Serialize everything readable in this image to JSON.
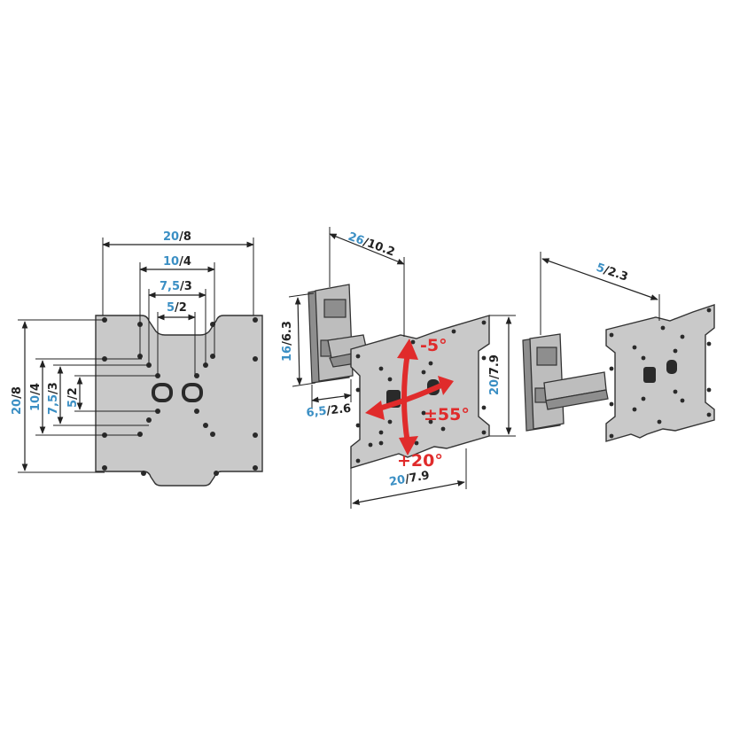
{
  "front_view": {
    "width_outer": {
      "metric": "20",
      "imperial": "/8"
    },
    "width_2": {
      "metric": "10",
      "imperial": "/4"
    },
    "width_3": {
      "metric": "7,5",
      "imperial": "/3"
    },
    "width_4": {
      "metric": "5",
      "imperial": "/2"
    },
    "height_outer": {
      "metric": "20",
      "imperial": "/8"
    },
    "height_2": {
      "metric": "10",
      "imperial": "/4"
    },
    "height_3": {
      "metric": "7,5",
      "imperial": "/3"
    },
    "height_4": {
      "metric": "5",
      "imperial": "/2"
    }
  },
  "extended_view": {
    "depth_extended": {
      "metric": "26",
      "imperial": "/10.2"
    },
    "wall_plate_height": {
      "metric": "16",
      "imperial": "/6.3"
    },
    "wall_plate_width": {
      "metric": "6,5",
      "imperial": "/2.6"
    },
    "plate_width": {
      "metric": "20",
      "imperial": "/7.9"
    },
    "plate_height": {
      "metric": "20",
      "imperial": "/7.9"
    },
    "tilt_up": "-5°",
    "tilt_down": "+20°",
    "swivel": "±55°"
  },
  "folded_view": {
    "depth_folded": {
      "metric": "5",
      "imperial": "/2.3"
    }
  },
  "colors": {
    "metric": "#3b8fc4",
    "imperial": "#222222",
    "motion": "#e02b2b"
  }
}
